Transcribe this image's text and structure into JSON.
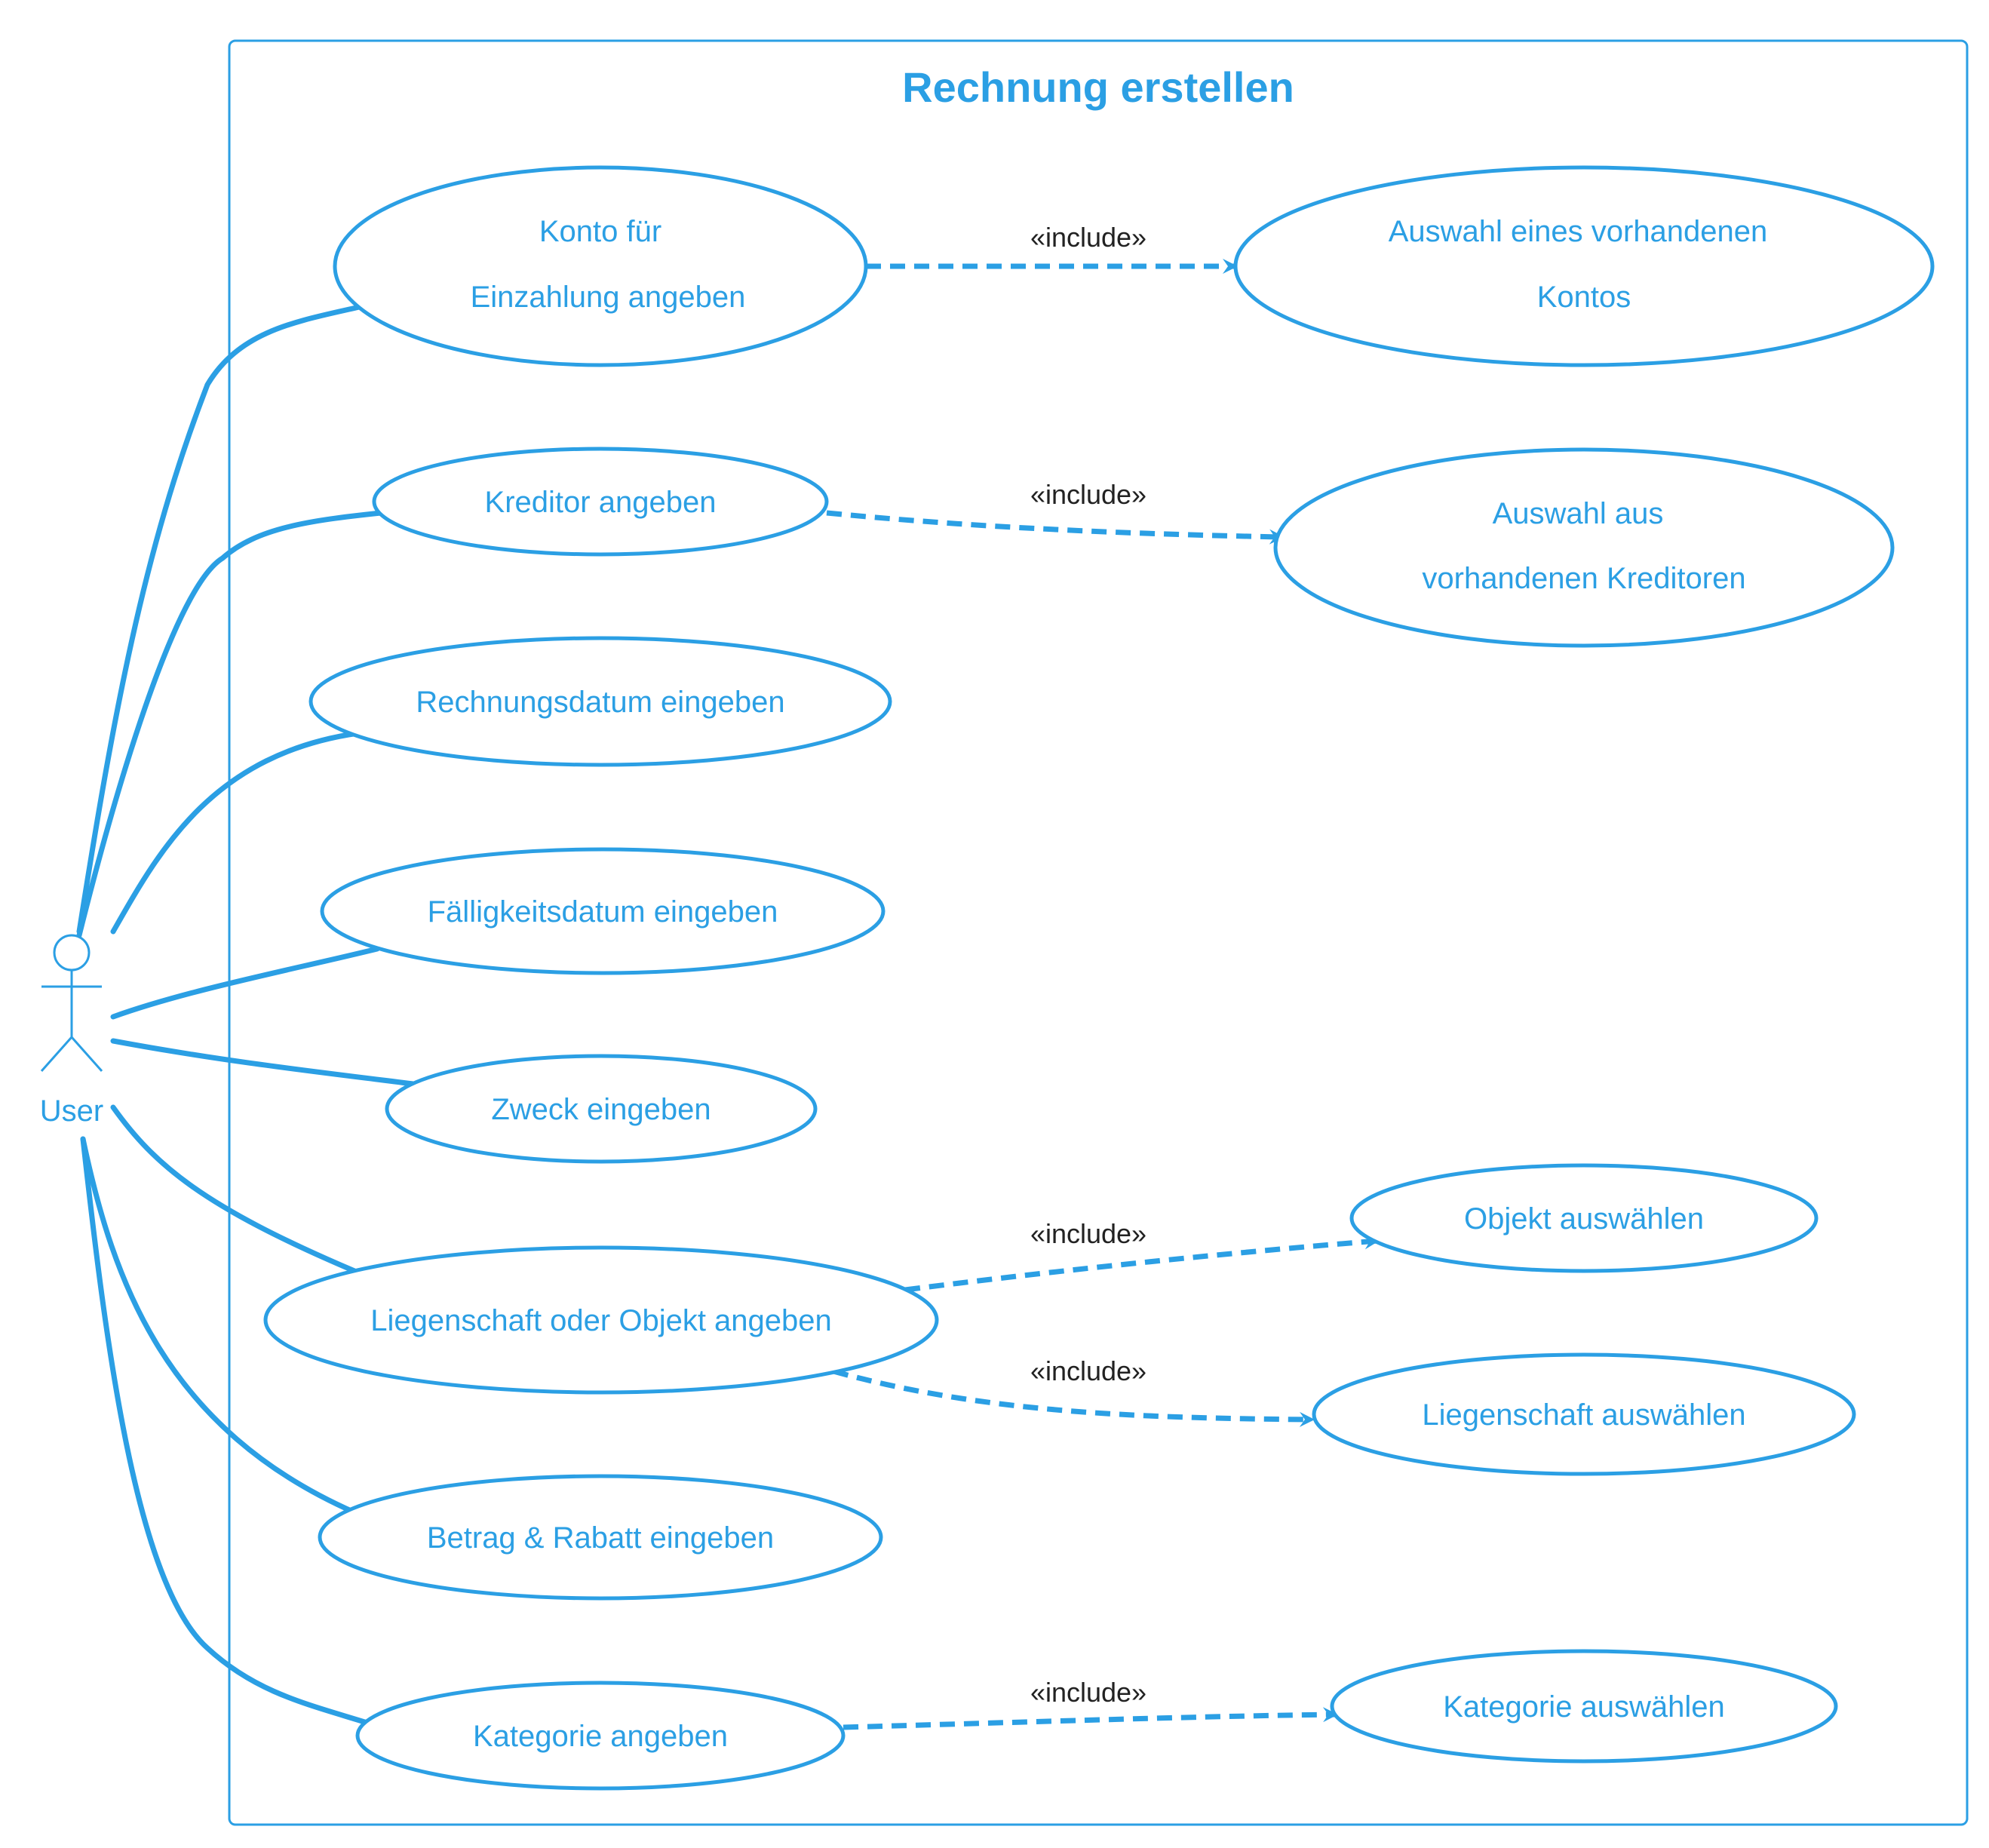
{
  "system": {
    "title": "Rechnung erstellen"
  },
  "actor": {
    "label": "User"
  },
  "use_cases": {
    "konto": [
      "Konto für",
      "Einzahlung angeben"
    ],
    "kreditor": [
      "Kreditor angeben"
    ],
    "rechnungsdatum": [
      "Rechnungsdatum eingeben"
    ],
    "faelligkeit": [
      "Fälligkeitsdatum eingeben"
    ],
    "zweck": [
      "Zweck eingeben"
    ],
    "liegenschaft_objekt": [
      "Liegenschaft oder Objekt angeben"
    ],
    "betrag": [
      "Betrag & Rabatt eingeben"
    ],
    "kategorie": [
      "Kategorie angeben"
    ],
    "auswahl_konto": [
      "Auswahl eines vorhandenen",
      "Kontos"
    ],
    "auswahl_kreditor": [
      "Auswahl aus",
      "vorhandenen Kreditoren"
    ],
    "objekt_auswaehlen": [
      "Objekt auswählen"
    ],
    "liegenschaft_auswaehlen": [
      "Liegenschaft auswählen"
    ],
    "kategorie_auswaehlen": [
      "Kategorie auswählen"
    ]
  },
  "include_label": "«include»",
  "colors": {
    "accent": "#2b9fe4",
    "stereotype": "#222222",
    "background": "#ffffff"
  }
}
